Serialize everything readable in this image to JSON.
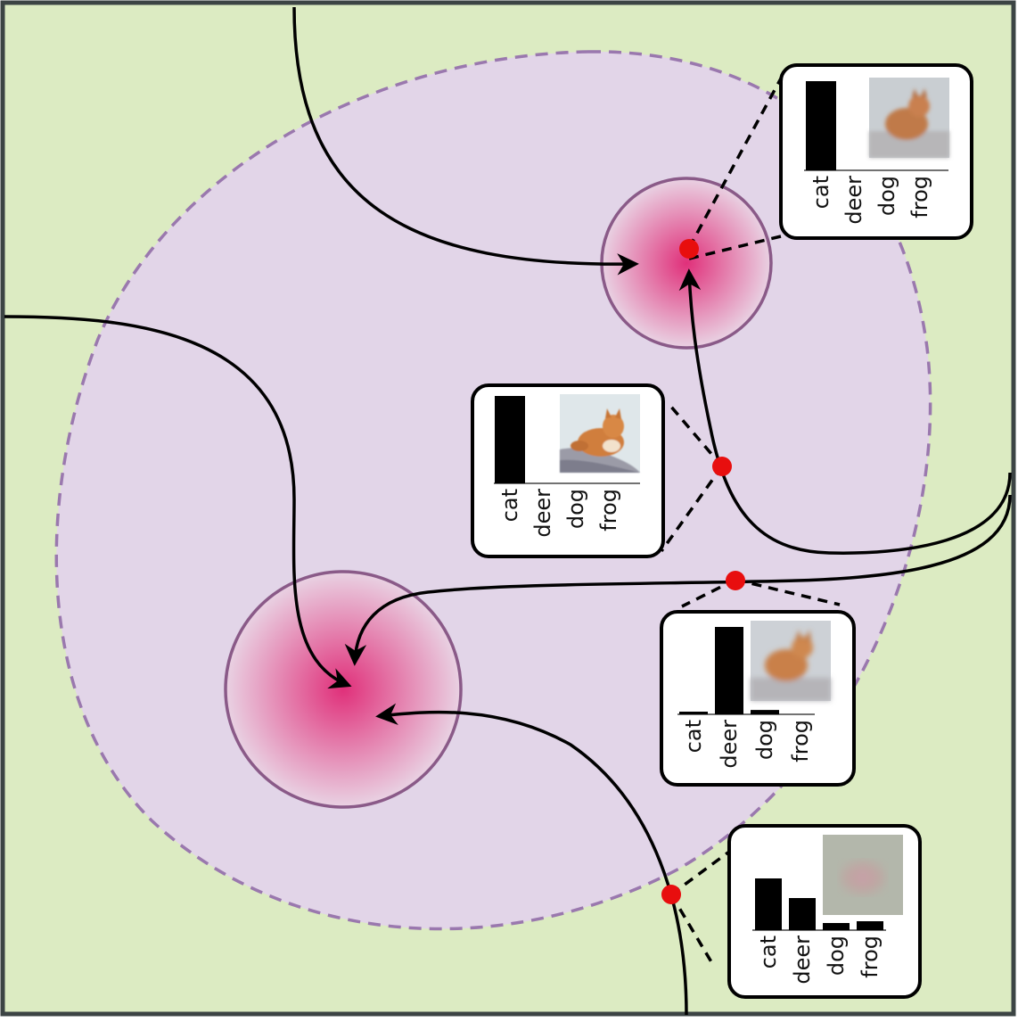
{
  "diagram": {
    "colors": {
      "background": "#dcebc2",
      "frame": "#3c4444",
      "region_fill": "#e2d5e8",
      "region_border": "#9a78ae",
      "attractor_center": "#e0307a",
      "attractor_edge": "#e8cfe0",
      "attractor_border": "#8a5a88",
      "trajectory": "#000000",
      "sample_point": "#e80e0e",
      "card_border": "#000000",
      "card_fill": "#ffffff",
      "bar_fill": "#000000"
    },
    "class_labels": [
      "cat",
      "deer",
      "dog",
      "frog"
    ],
    "cards": [
      {
        "id": "top-right",
        "probabilities": [
          1.0,
          0.0,
          0.0,
          0.0
        ],
        "thumbnail": "blurry-cat-icon"
      },
      {
        "id": "middle-left",
        "probabilities": [
          1.0,
          0.0,
          0.0,
          0.0
        ],
        "thumbnail": "cat-photo-icon"
      },
      {
        "id": "middle-right",
        "probabilities": [
          0.03,
          1.0,
          0.05,
          0.0
        ],
        "thumbnail": "blurry-cat-icon"
      },
      {
        "id": "bottom-right",
        "probabilities": [
          0.58,
          0.36,
          0.08,
          0.1
        ],
        "thumbnail": "noise-image-icon"
      }
    ]
  }
}
